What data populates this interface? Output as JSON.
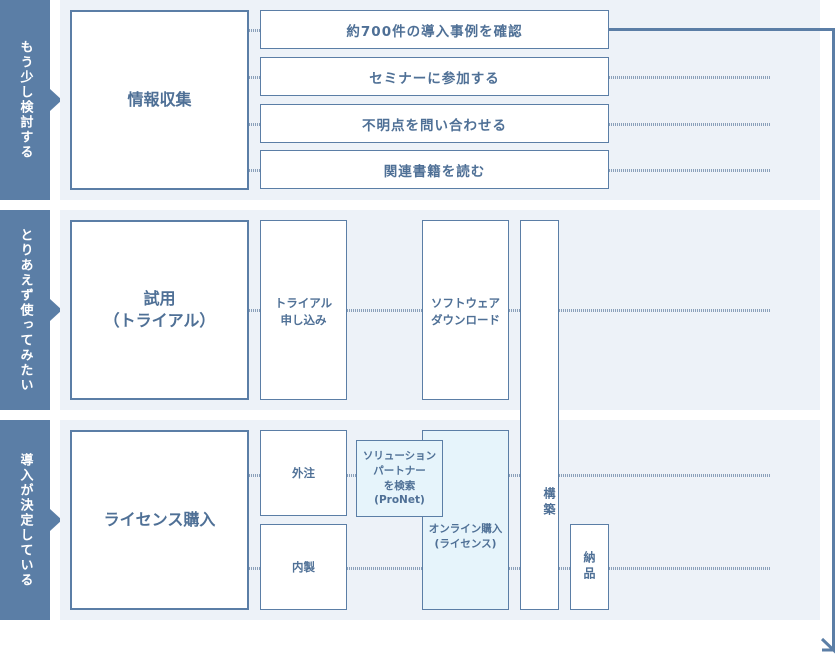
{
  "stages": [
    {
      "side_label": "もう少し検討する",
      "main_box": "情報収集"
    },
    {
      "side_label": "とりあえず使ってみたい",
      "main_box": "試用\n（トライアル）"
    },
    {
      "side_label": "導入が決定している",
      "main_box": "ライセンス購入"
    }
  ],
  "info_rows": [
    "約700件の導入事例を確認",
    "セミナーに参加する",
    "不明点を問い合わせる",
    "関連書籍を読む"
  ],
  "trial_steps": [
    "トライアル\n申し込み",
    "ソフトウェア\nダウンロード"
  ],
  "purchase": {
    "outsourcing": "外注",
    "inhouse": "内製",
    "solution_partner": "ソリューション\nパートナー\nを検索\n(ProNet)",
    "online": "オンライン購入\n(ライセンス)",
    "build": "構築",
    "delivery": "納品"
  }
}
